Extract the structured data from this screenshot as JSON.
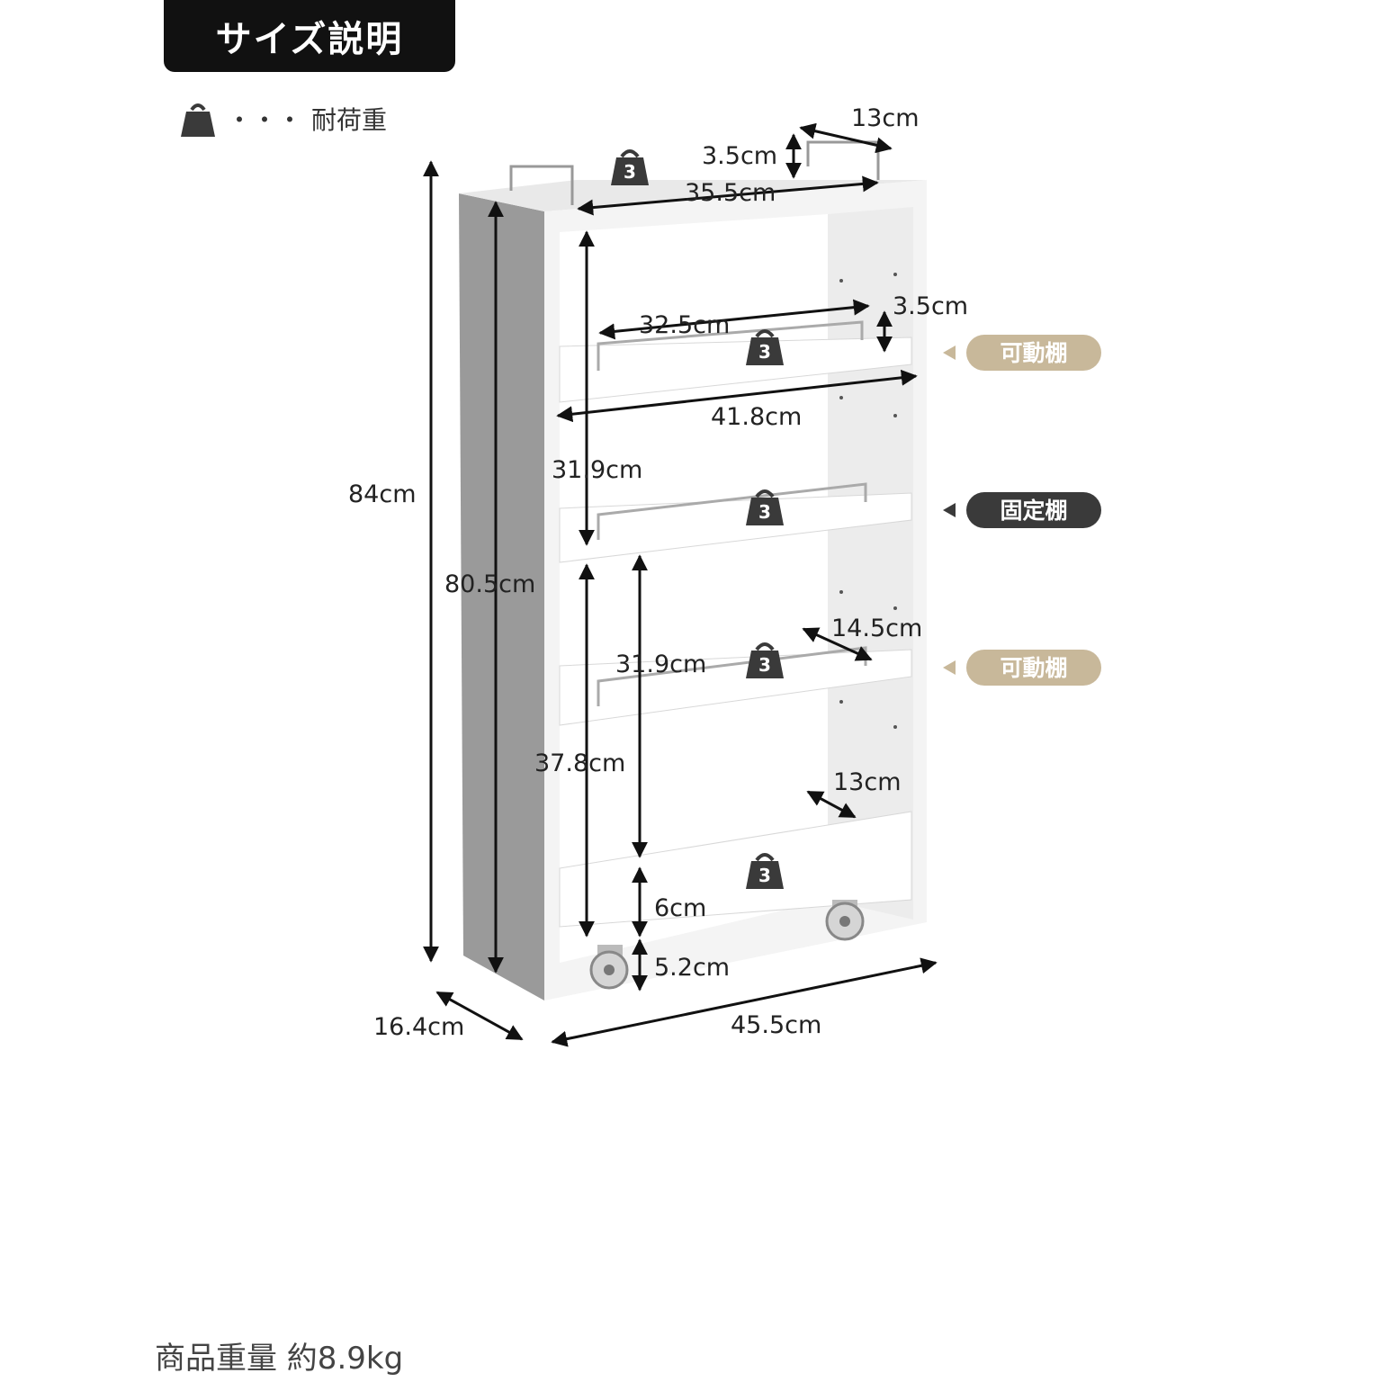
{
  "header": {
    "title": "サイズ説明"
  },
  "legend": {
    "icon": "weight-icon",
    "dots": "・・・",
    "label": "耐荷重"
  },
  "load": {
    "value": "3"
  },
  "dimensions": {
    "overall_height": "84cm",
    "inner_height": "80.5cm",
    "depth": "16.4cm",
    "width": "45.5cm",
    "top_width": "35.5cm",
    "top_rail_height": "3.5cm",
    "top_depth": "13cm",
    "shelf_width": "32.5cm",
    "shelf_rail_height": "3.5cm",
    "inner_width": "41.8cm",
    "upper_gap": "31.9cm",
    "middle_gap": "31.9cm",
    "lower_gap": "37.8cm",
    "shelf_depth": "14.5cm",
    "bottom_depth": "13cm",
    "bottom_board": "6cm",
    "caster_height": "5.2cm"
  },
  "tags": {
    "adjustable_1": "可動棚",
    "fixed": "固定棚",
    "adjustable_2": "可動棚",
    "adjustable_color": "#c8b89a",
    "fixed_color": "#3a3a3a"
  },
  "footer": {
    "weight_label": "商品重量 約8.9kg"
  }
}
